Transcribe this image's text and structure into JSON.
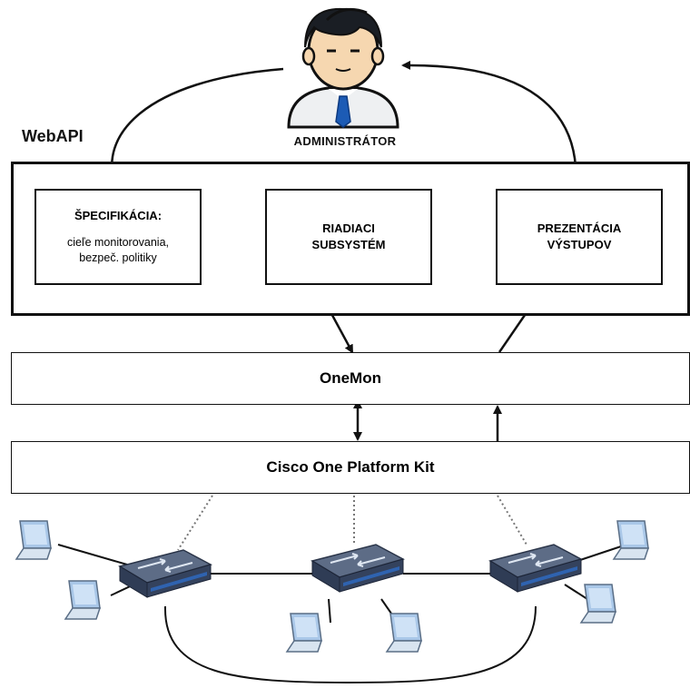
{
  "webapi_label": "WebAPI",
  "admin_label": "ADMINISTRÁTOR",
  "spec": {
    "title": "ŠPECIFIKÁCIA:",
    "line1": "cieľe monitorovania,",
    "line2": "bezpeč. politiky"
  },
  "riadiaci": {
    "line1": "RIADIACI",
    "line2": "SUBSYSTÉM"
  },
  "prezentacia": {
    "line1": "PREZENTÁCIA",
    "line2": "VÝSTUPOV"
  },
  "onemon_label": "OneMon",
  "cisco_label": "Cisco One Platform Kit",
  "colors": {
    "switch": "#3a4a66",
    "switch_port": "#2f63b0",
    "laptop": "#a9c7e8",
    "tie": "#1c5bb5"
  }
}
